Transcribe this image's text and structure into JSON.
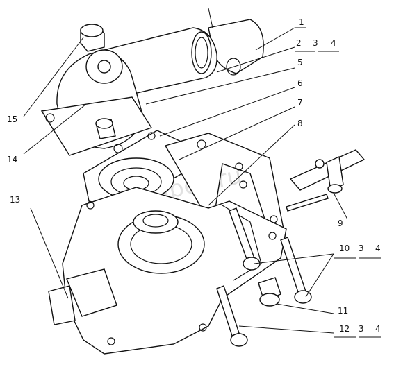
{
  "watermark": "autotrapez.ru",
  "callouts": [
    {
      "id": "c1",
      "label": "1"
    },
    {
      "id": "c2",
      "label": "2"
    },
    {
      "id": "c3a",
      "label": "3"
    },
    {
      "id": "c4a",
      "label": "4"
    },
    {
      "id": "c5",
      "label": "5"
    },
    {
      "id": "c6",
      "label": "6"
    },
    {
      "id": "c7",
      "label": "7"
    },
    {
      "id": "c8",
      "label": "8"
    },
    {
      "id": "c9",
      "label": "9"
    },
    {
      "id": "c10",
      "label": "10"
    },
    {
      "id": "c3b",
      "label": "3"
    },
    {
      "id": "c4b",
      "label": "4"
    },
    {
      "id": "c11",
      "label": "11"
    },
    {
      "id": "c12",
      "label": "12"
    },
    {
      "id": "c3c",
      "label": "3"
    },
    {
      "id": "c4c",
      "label": "4"
    },
    {
      "id": "c13",
      "label": "13"
    },
    {
      "id": "c14",
      "label": "14"
    },
    {
      "id": "c15",
      "label": "15"
    }
  ]
}
